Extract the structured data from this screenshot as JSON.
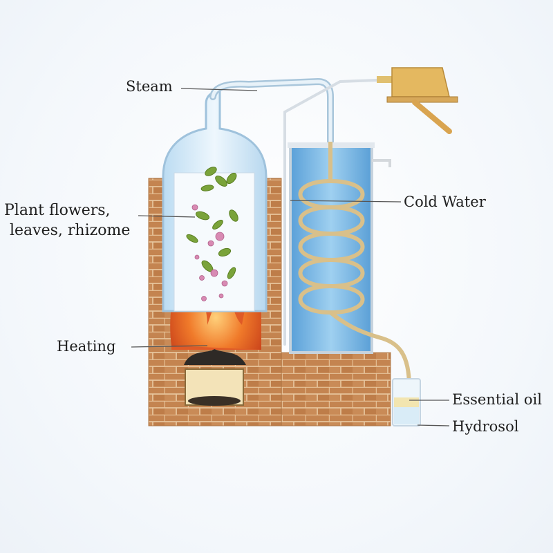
{
  "labels": {
    "steam": "Steam",
    "plant_line1": "Plant flowers,",
    "plant_line2": "leaves, rhizome",
    "heating": "Heating",
    "cold_water": "Cold Water",
    "essential_oil": "Essential oil",
    "hydrosol": "Hydrosol"
  },
  "colors": {
    "brick": "#c98a55",
    "brick_dark": "#a86a3a",
    "flame": "#e8602a",
    "steam_glass": "#cfe6f5",
    "cold_water": "#6fb0e0",
    "coil": "#d9c08a",
    "leaf": "#7aa33a",
    "flower": "#d88ab3"
  }
}
